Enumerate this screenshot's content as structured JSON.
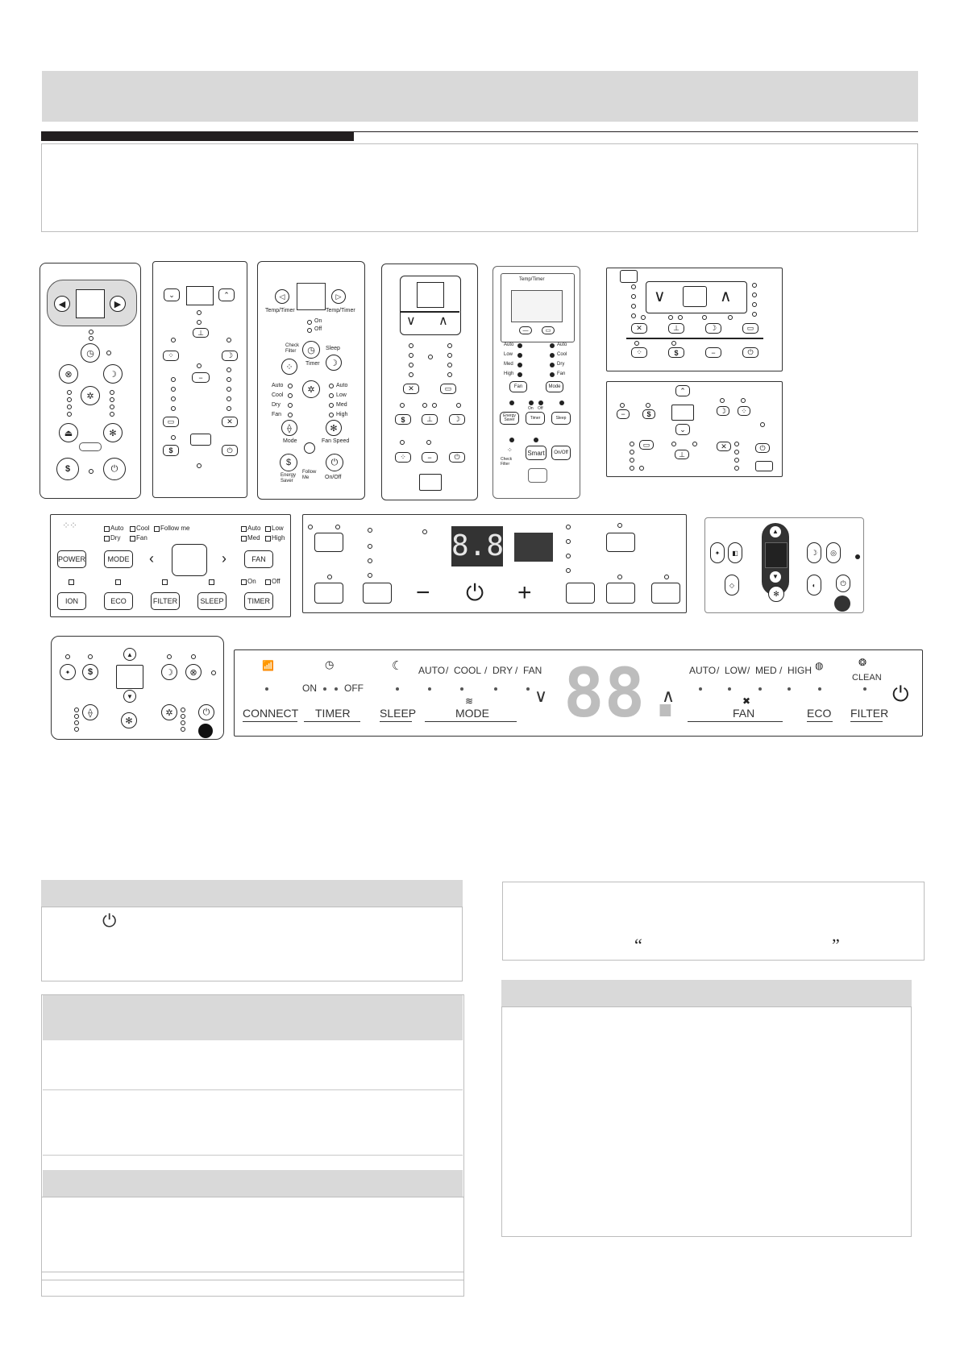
{
  "quote": {
    "open": "“",
    "close": "”"
  },
  "panels": {
    "p1": {
      "dollar": "$"
    },
    "p2": {
      "dollar": "$"
    },
    "p3": {
      "temp_timer_left": "Temp/Timer",
      "temp_timer_right": "Temp/Timer",
      "on": "On",
      "off": "Off",
      "check_filter": "Check Filter",
      "sleep": "Sleep",
      "timer": "Timer",
      "modes": [
        "Auto",
        "Cool",
        "Dry",
        "Fan"
      ],
      "speeds": [
        "Auto",
        "Low",
        "Med",
        "High"
      ],
      "mode": "Mode",
      "fan_speed": "Fan Speed",
      "energy_saver": "Energy Saver",
      "follow_me": "Follow Me",
      "on_off": "On/Off"
    },
    "p4": {
      "dollar": "$"
    },
    "p5": {
      "temp_timer": "Temp/Timer",
      "modes_left": [
        "Auto",
        "Low",
        "Med",
        "High"
      ],
      "modes_right": [
        "Auto",
        "Cool",
        "Dry",
        "Fan"
      ],
      "fan": "Fan",
      "mode": "Mode",
      "on": "On",
      "off": "Off",
      "energy_saver": "Energy Saver",
      "timer": "Timer",
      "sleep": "Sleep",
      "smart": "Smart",
      "onoff": "On/Off",
      "check_filter": "Check Filter"
    },
    "p6": {
      "dollar": "$"
    },
    "p7": {
      "dollar": "$"
    },
    "p8": {
      "mode_opts": [
        "Auto",
        "Cool",
        "Dry",
        "Fan",
        "Follow me"
      ],
      "fan_opts": [
        "Auto",
        "Low",
        "Med",
        "High"
      ],
      "power": "POWER",
      "mode": "MODE",
      "fan": "FAN",
      "ion": "ION",
      "eco": "ECO",
      "filter": "FILTER",
      "sleep": "SLEEP",
      "timer": "TIMER",
      "on": "On",
      "off": "Off"
    },
    "p9": {
      "display": "8.8"
    },
    "p11": {
      "dollar": "$"
    },
    "p12": {
      "on": "ON",
      "off": "OFF",
      "modes": [
        "AUTO",
        "COOL",
        "DRY",
        "FAN"
      ],
      "speeds": [
        "AUTO",
        "LOW",
        "MED",
        "HIGH"
      ],
      "clean": "CLEAN",
      "connect": "CONNECT",
      "timer": "TIMER",
      "sleep": "SLEEP",
      "mode": "MODE",
      "display": "88.",
      "fan": "FAN",
      "eco": "ECO",
      "filter": "FILTER"
    }
  }
}
